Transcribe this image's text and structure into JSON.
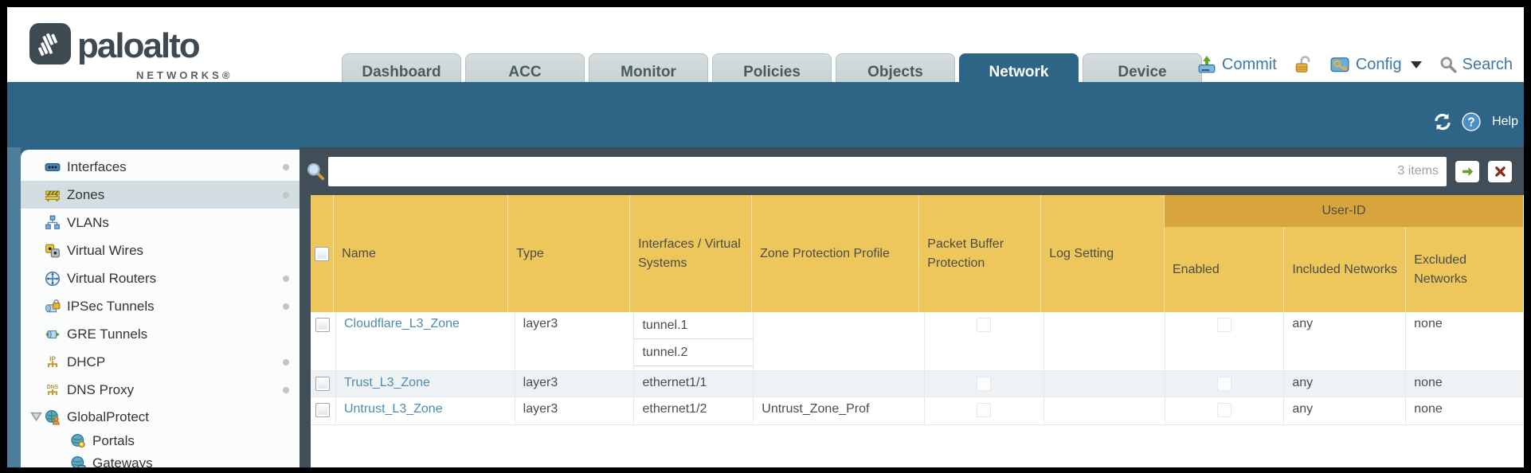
{
  "brand": {
    "name": "paloalto",
    "subtitle": "NETWORKS®"
  },
  "nav_tabs": [
    {
      "label": "Dashboard",
      "active": false
    },
    {
      "label": "ACC",
      "active": false
    },
    {
      "label": "Monitor",
      "active": false
    },
    {
      "label": "Policies",
      "active": false
    },
    {
      "label": "Objects",
      "active": false
    },
    {
      "label": "Network",
      "active": true
    },
    {
      "label": "Device",
      "active": false
    }
  ],
  "header_actions": {
    "commit": "Commit",
    "config": "Config",
    "search": "Search"
  },
  "toolbar": {
    "help": "Help"
  },
  "sidebar": {
    "items": [
      {
        "label": "Interfaces",
        "icon": "interfaces-icon",
        "dot": true,
        "selected": false
      },
      {
        "label": "Zones",
        "icon": "zones-icon",
        "dot": true,
        "selected": true
      },
      {
        "label": "VLANs",
        "icon": "vlans-icon",
        "dot": false,
        "selected": false
      },
      {
        "label": "Virtual Wires",
        "icon": "virtual-wires-icon",
        "dot": false,
        "selected": false
      },
      {
        "label": "Virtual Routers",
        "icon": "virtual-routers-icon",
        "dot": true,
        "selected": false
      },
      {
        "label": "IPSec Tunnels",
        "icon": "ipsec-tunnels-icon",
        "dot": true,
        "selected": false
      },
      {
        "label": "GRE Tunnels",
        "icon": "gre-tunnels-icon",
        "dot": false,
        "selected": false
      },
      {
        "label": "DHCP",
        "icon": "dhcp-icon",
        "dot": true,
        "selected": false
      },
      {
        "label": "DNS Proxy",
        "icon": "dns-proxy-icon",
        "dot": true,
        "selected": false
      },
      {
        "label": "GlobalProtect",
        "icon": "globalprotect-icon",
        "dot": false,
        "selected": false,
        "expanded": true
      },
      {
        "label": "Portals",
        "icon": "portals-icon",
        "dot": false,
        "selected": false,
        "indent": 1
      },
      {
        "label": "Gateways",
        "icon": "gateways-icon",
        "dot": false,
        "selected": false,
        "indent": 1
      }
    ]
  },
  "filter": {
    "value": "",
    "count": "3 items"
  },
  "table": {
    "user_id_group": "User-ID",
    "columns": [
      "Name",
      "Type",
      "Interfaces / Virtual Systems",
      "Zone Protection Profile",
      "Packet Buffer Protection",
      "Log Setting",
      "Enabled",
      "Included Networks",
      "Excluded Networks"
    ],
    "rows": [
      {
        "name": "Cloudflare_L3_Zone",
        "type": "layer3",
        "interfaces": [
          "tunnel.1",
          "tunnel.2"
        ],
        "zone_protection_profile": "",
        "packet_buffer_protection_checked": false,
        "log_setting": "",
        "user_id_enabled_checked": false,
        "included_networks": "any",
        "excluded_networks": "none"
      },
      {
        "name": "Trust_L3_Zone",
        "type": "layer3",
        "interfaces": [
          "ethernet1/1"
        ],
        "zone_protection_profile": "",
        "packet_buffer_protection_checked": false,
        "log_setting": "",
        "user_id_enabled_checked": false,
        "included_networks": "any",
        "excluded_networks": "none"
      },
      {
        "name": "Untrust_L3_Zone",
        "type": "layer3",
        "interfaces": [
          "ethernet1/2"
        ],
        "zone_protection_profile": "Untrust_Zone_Prof",
        "packet_buffer_protection_checked": false,
        "log_setting": "",
        "user_id_enabled_checked": false,
        "included_networks": "any",
        "excluded_networks": "none"
      }
    ]
  },
  "colors": {
    "teal": "#2e6587",
    "header_gold": "#edc65c",
    "user_id_band": "#d8a53c",
    "filter_bar": "#414e57",
    "link_blue": "#4e8cad",
    "selected_nav": "#d3dee3"
  }
}
